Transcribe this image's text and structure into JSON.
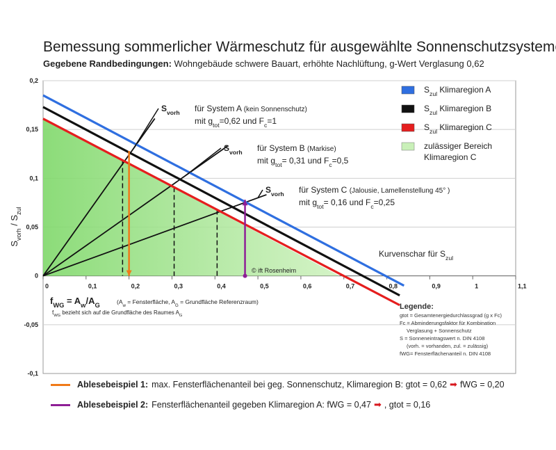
{
  "header": {
    "title": "Bemessung sommerlicher Wärmeschutz für ausgewählte Sonnenschutzsysteme",
    "subtitle_bold": "Gegebene Randbedingungen:",
    "subtitle_rest": "Wohngebäude schwere Bauart, erhöhte Nachlüftung, g-Wert Verglasung 0,62"
  },
  "colors": {
    "region_a": "#2f6fe0",
    "region_b": "#111111",
    "region_c": "#e51e1e",
    "allowed_fill": "#c9f0b8",
    "example_1": "#f07a18",
    "example_2": "#8e1e96"
  },
  "chart_data": {
    "type": "line",
    "xlabel_html": "fWG = Aw/AG",
    "ylabel": "Svorh / Szul",
    "xlim": [
      0,
      1.1
    ],
    "ylim": [
      -0.1,
      0.2
    ],
    "x_ticks": [
      "0",
      "0,1",
      "0,2",
      "0,3",
      "0,4",
      "0,5",
      "0,6",
      "0,7",
      "0,8",
      "0,9",
      "1",
      "1,1"
    ],
    "y_ticks": [
      "-0,1",
      "-0,05",
      "0",
      "0,05",
      "0,1",
      "0,15",
      "0,2"
    ],
    "grid_y": true,
    "series": [
      {
        "name": "Szul Klimaregion A",
        "color_key": "region_a",
        "x": [
          0,
          0.84
        ],
        "y": [
          0.185,
          -0.01
        ]
      },
      {
        "name": "Szul Klimaregion B",
        "color_key": "region_b",
        "x": [
          0,
          0.83
        ],
        "y": [
          0.173,
          -0.02
        ]
      },
      {
        "name": "Szul Klimaregion C",
        "color_key": "region_c",
        "x": [
          0,
          0.83
        ],
        "y": [
          0.161,
          -0.03
        ]
      }
    ],
    "allowed_region": {
      "name": "zulässiger Bereich Klimaregion C",
      "x0": 0.69
    },
    "system_lines": [
      {
        "slope": 0.62,
        "x_end": 0.26,
        "label_main": "Svorh",
        "label_rest": "für System A",
        "label_note": "(kein Sonnenschutz)",
        "label_line2": "mit gtot=0,62 und Fc=1"
      },
      {
        "slope": 0.31,
        "x_end": 0.43,
        "label_main": "Svorh",
        "label_rest": "für System B",
        "label_note": "(Markise)",
        "label_line2": "mit gtot= 0,31 und Fc=0,5"
      },
      {
        "slope": 0.16,
        "x_end": 0.52,
        "label_main": "Svorh",
        "label_rest": "für System C",
        "label_note": "(Jalousie, Lamellenstellung 45° )",
        "label_line2": "mit gtot= 0,16 und Fc=0,25"
      }
    ],
    "dashed_verticals": [
      0.185,
      0.305,
      0.405
    ],
    "example_arrows": [
      {
        "x": 0.2,
        "y_top": 0.128,
        "color_key": "example_1",
        "direction": "down"
      },
      {
        "x": 0.47,
        "y_top": 0.078,
        "color_key": "example_2",
        "direction": "up"
      }
    ],
    "annotations": {
      "curves": "Kurvenschar für Szul",
      "copyright": "© ift Rosenheim",
      "fwg_note": "(Aw = Fensterfläche, AG = Grundfläche Referenzraum)",
      "fwg_note2": "fWG bezieht sich auf die Grundfläche des Raumes AG"
    }
  },
  "legend": {
    "heading": "Legende:",
    "items": [
      "gtot = Gesamtenergiedurchlassgrad (g x Fc)",
      "Fc = Abminderungsfaktor für Kombination",
      "Verglasung + Sonnenschutz",
      "S = Sonneneintragswert n. DIN 4108",
      "(vorh. = vorhanden, zul. = zulässig)",
      "fWG= Fensterflächenanteil n. DIN 4108"
    ]
  },
  "examples": [
    {
      "title": "Ablesebeispiel 1:",
      "text": "max. Fensterflächenanteil bei geg. Sonnenschutz, Klimaregion B: gtot = 0,62",
      "result": "fWG = 0,20",
      "color_key": "example_1"
    },
    {
      "title": "Ablesebeispiel 2:",
      "text": "Fensterflächenanteil gegeben Klimaregion A: fWG = 0,47",
      "result": ", gtot = 0,16",
      "color_key": "example_2"
    }
  ]
}
